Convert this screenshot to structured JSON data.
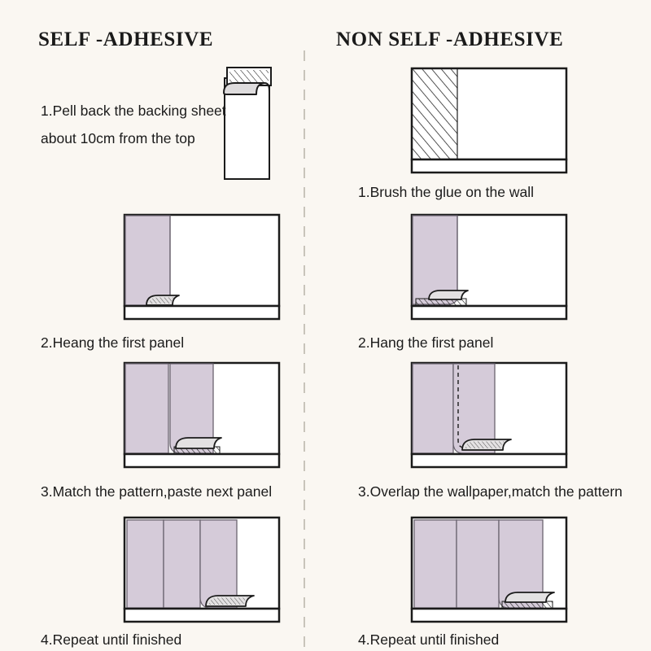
{
  "page": {
    "background_color": "#faf7f2",
    "ink_color": "#1b1b1b",
    "panel_color": "#d5cbd9",
    "flap_color": "#e3e1e2",
    "wall_color": "#ffffff"
  },
  "columns": [
    {
      "id": "self-adhesive",
      "title": "SELF -ADHESIVE",
      "steps": [
        {
          "number": "1",
          "caption_line1": "1.Pell back the backing sheet",
          "caption_line2": "about 10cm from the top",
          "illustration": "roll-peel-backing"
        },
        {
          "number": "2",
          "caption": "2.Heang the first panel",
          "illustration": "wall-one-panel"
        },
        {
          "number": "3",
          "caption": "3.Match the pattern,paste next panel",
          "illustration": "wall-two-panels"
        },
        {
          "number": "4",
          "caption": "4.Repeat until finished",
          "illustration": "wall-three-panels"
        }
      ]
    },
    {
      "id": "non-self-adhesive",
      "title": "NON SELF -ADHESIVE",
      "steps": [
        {
          "number": "1",
          "caption": "1.Brush the glue on the wall",
          "illustration": "wall-glue-hatch"
        },
        {
          "number": "2",
          "caption": "2.Hang the first panel",
          "illustration": "wall-one-panel"
        },
        {
          "number": "3",
          "caption": "3.Overlap the wallpaper,match the pattern",
          "illustration": "wall-two-panels-overlap-dashed"
        },
        {
          "number": "4",
          "caption": "4.Repeat until finished",
          "illustration": "wall-three-panels-full"
        }
      ]
    }
  ]
}
